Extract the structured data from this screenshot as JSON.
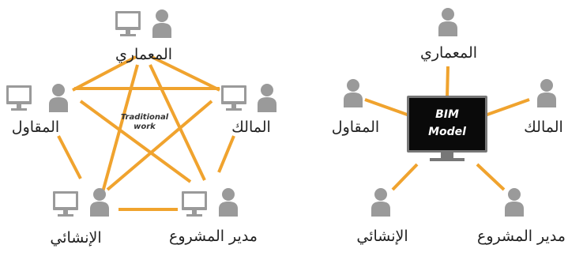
{
  "colors": {
    "connector": "#f0a32e",
    "person": "#9a9a9a",
    "monitor_frame": "#9a9a9a",
    "monitor_screen": "#ffffff",
    "bim_screen": "#0a0a0a",
    "label": "#222222"
  },
  "left_diagram": {
    "center_label_line1": "Traditional",
    "center_label_line2": "work",
    "nodes": {
      "architect": "المعماري",
      "owner": "المالك",
      "contractor": "المقاول",
      "structural": "الإنشائي",
      "project_manager": "مدير المشروع"
    }
  },
  "right_diagram": {
    "center_label_line1": "BIM",
    "center_label_line2": "Model",
    "nodes": {
      "architect": "المعماري",
      "owner": "المالك",
      "contractor": "المقاول",
      "structural": "الإنشائي",
      "project_manager": "مدير المشروع"
    }
  },
  "icons": {
    "person": "person-icon",
    "computer": "computer-monitor-icon"
  }
}
